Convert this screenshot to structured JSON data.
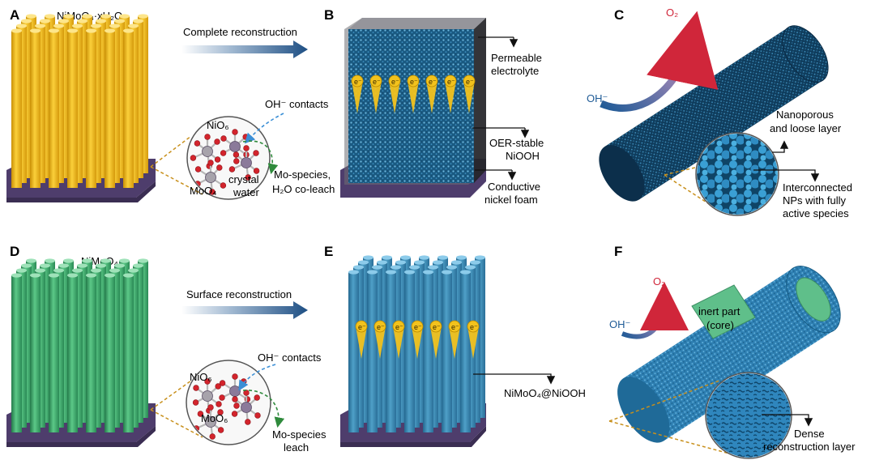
{
  "panels": {
    "a": {
      "letter": "A",
      "material": "NiMoO₄·xH₂O",
      "arrow_label": "Complete reconstruction",
      "inset": {
        "site_nio": "NiO₆",
        "site_moo": "MoO₄",
        "oh_contacts": "OH⁻ contacts",
        "crystal_water_1": "crystal",
        "crystal_water_2": "water",
        "leach_1": "Mo-species,",
        "leach_2": "H₂O co-leach"
      }
    },
    "b": {
      "letter": "B",
      "electron": "e⁻",
      "labels": {
        "permeable_1": "Permeable",
        "permeable_2": "electrolyte",
        "oer_1": "OER-stable",
        "oer_2": "NiOOH",
        "foam_1": "Conductive",
        "foam_2": "nickel foam"
      }
    },
    "c": {
      "letter": "C",
      "o2": "O₂",
      "oh": "OH⁻",
      "labels": {
        "nano_1": "Nanoporous",
        "nano_2": "and loose layer",
        "inter_1": "Interconnected",
        "inter_2": "NPs with fully",
        "inter_3": "active species"
      }
    },
    "d": {
      "letter": "D",
      "material": "NiMoO₄",
      "arrow_label": "Surface reconstruction",
      "inset": {
        "site_nio": "NiO₆",
        "site_moo": "MoO₆",
        "oh_contacts": "OH⁻ contacts",
        "leach_1": "Mo-species",
        "leach_2": "leach"
      }
    },
    "e": {
      "letter": "E",
      "electron": "e⁻",
      "label": "NiMoO₄@NiOOH"
    },
    "f": {
      "letter": "F",
      "o2": "O₂",
      "oh": "OH⁻",
      "core_1": "inert part",
      "core_2": "(core)",
      "labels": {
        "dense_1": "Dense",
        "dense_2": "reconstruction layer"
      }
    }
  },
  "colors": {
    "rod_yellow": "#f2b519",
    "rod_green": "#3aa262",
    "substrate_purple": "#4e3d6c",
    "porous_blue": "#1d5f86",
    "arrow_blue": "#1e4f84",
    "arrow_red": "#d0263a",
    "leader_orange": "#c8901c",
    "core_green": "#5fbf8a"
  }
}
